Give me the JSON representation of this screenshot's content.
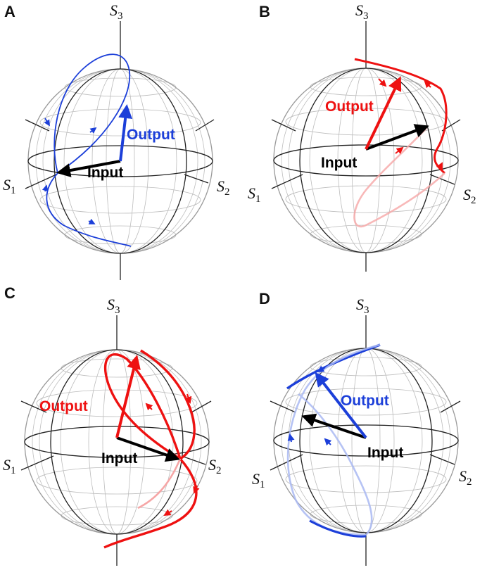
{
  "colors": {
    "blue": "#1c3fd9",
    "red": "#ee1111",
    "black": "#000000",
    "grid": "#bdbdbd",
    "frame": "#222222"
  },
  "axes": {
    "s1": "S",
    "s1_sub": "1",
    "s2": "S",
    "s2_sub": "2",
    "s3": "S",
    "s3_sub": "3"
  },
  "panels": [
    {
      "letter": "A",
      "input": "Input",
      "output": "Output",
      "color": "blue"
    },
    {
      "letter": "B",
      "input": "Input",
      "output": "Output",
      "color": "red"
    },
    {
      "letter": "C",
      "input": "Input",
      "output": "Output",
      "color": "red"
    },
    {
      "letter": "D",
      "input": "Input",
      "output": "Output",
      "color": "blue"
    }
  ]
}
